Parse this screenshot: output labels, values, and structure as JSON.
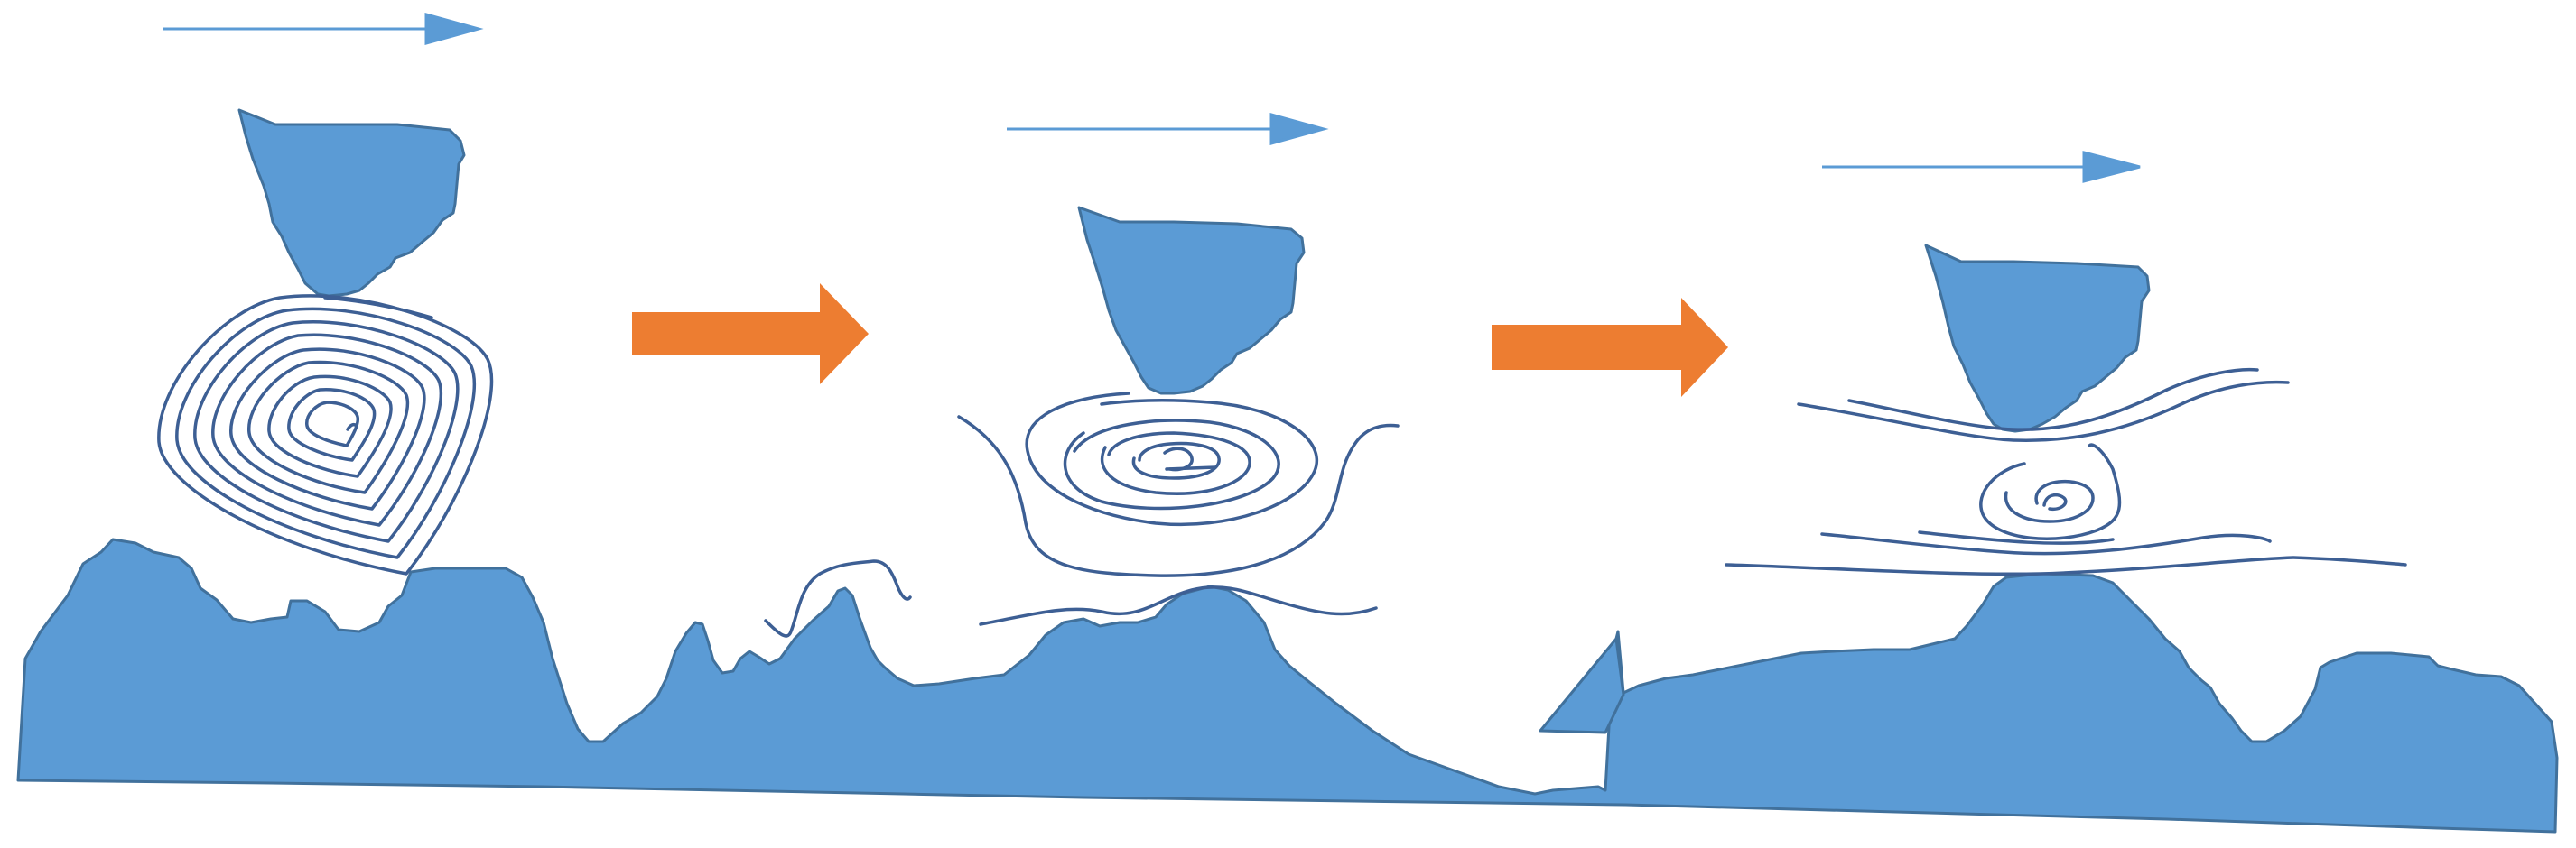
{
  "diagram": {
    "stages": 3,
    "colors": {
      "substrate": "#5b9bd5",
      "outline": "#41719c",
      "flow_arrow": "#5b9bd5",
      "streamlines": "#3d5f94",
      "transition_arrow": "#ed7d31",
      "background": "#ffffff"
    },
    "icons": [
      "flow-direction-arrow",
      "tool-tip",
      "vortex-streamlines",
      "stage-transition-arrow",
      "rough-surface"
    ]
  }
}
